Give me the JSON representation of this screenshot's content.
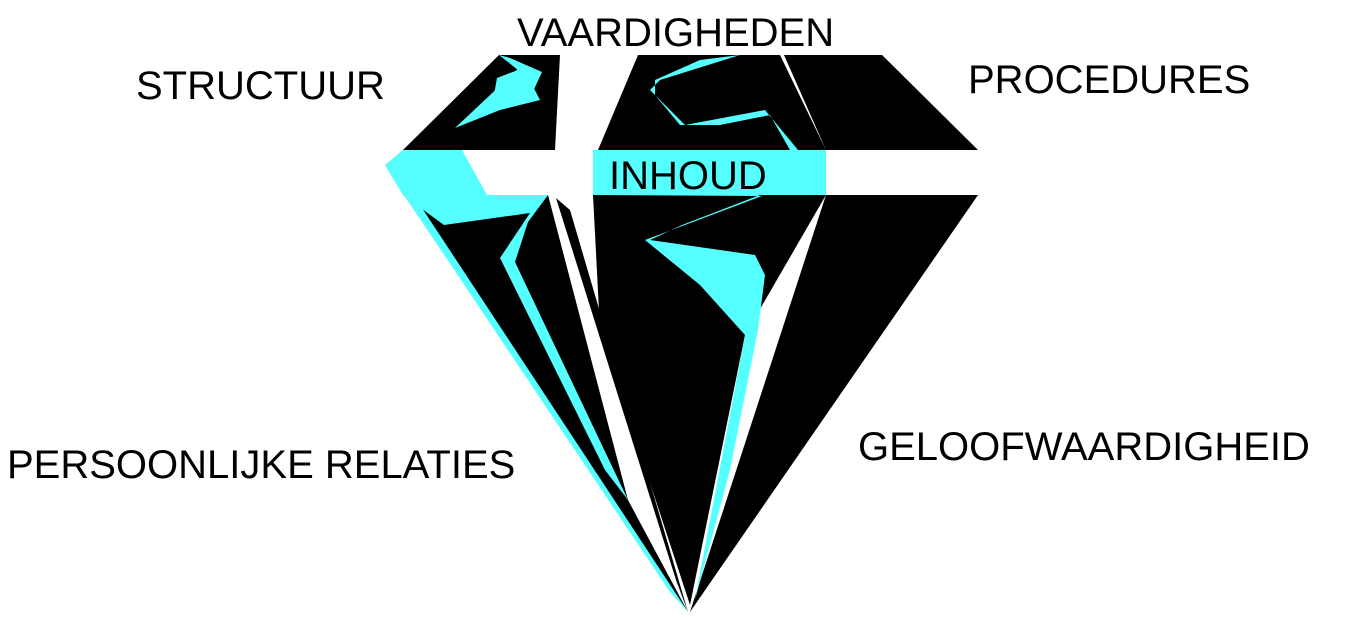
{
  "labels": {
    "vaardigheden": "VAARDIGHEDEN",
    "structuur": "STRUCTUUR",
    "procedures": "PROCEDURES",
    "inhoud": "INHOUD",
    "persoonlijke_relaties": "PERSOONLIJKE RELATIES",
    "geloofwaardigheid": "GELOOFWAARDIGHEID"
  },
  "colors": {
    "facet_fill": "#000000",
    "highlight_fill": "#55ffff",
    "background": "#ffffff",
    "text": "#000000"
  }
}
